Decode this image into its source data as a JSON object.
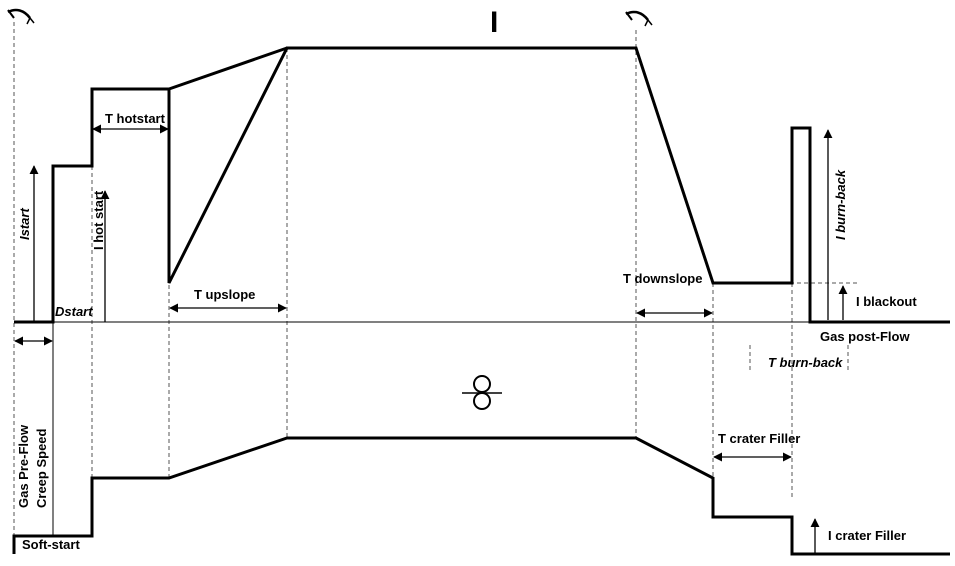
{
  "labels": {
    "current_symbol": "I",
    "istart": "Istart",
    "dstart": "Dstart",
    "t_hotstart": "T hotstart",
    "i_hot_start": "I hot start",
    "t_upslope": "T upslope",
    "t_downslope": "T downslope",
    "i_burn_back": "I burn-back",
    "i_blackout": "I blackout",
    "gas_post_flow": "Gas post-Flow",
    "t_burn_back": "T burn-back",
    "t_crater_filler": "T crater Filler",
    "i_crater_filler": "I crater Filler",
    "gas_pre_flow": "Gas Pre-Flow",
    "creep_speed": "Creep Speed",
    "soft_start": "Soft-start"
  },
  "icons": {
    "trigger_press": "torch-trigger-press-icon",
    "trigger_release": "torch-trigger-release-icon",
    "wire_feed": "wire-feed-rollers-icon"
  }
}
